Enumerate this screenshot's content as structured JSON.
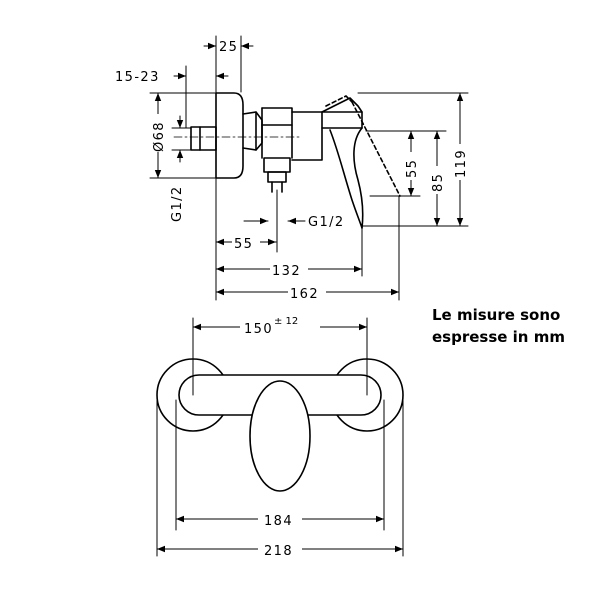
{
  "note": {
    "line1": "Le misure sono",
    "line2": "espresse in mm"
  },
  "side_view": {
    "dim_25": "25",
    "dim_15_23": "15-23",
    "dim_diameter": "Ø68",
    "dim_thread_left": "G1/2",
    "dim_55_vertical": "55",
    "dim_85": "85",
    "dim_119": "119",
    "dim_55_horizontal": "55",
    "dim_thread_bottom": "G1/2",
    "dim_132": "132",
    "dim_162": "162"
  },
  "top_view": {
    "dim_150": "150",
    "dim_150_tolerance": "± 12",
    "dim_184": "184",
    "dim_218": "218"
  }
}
